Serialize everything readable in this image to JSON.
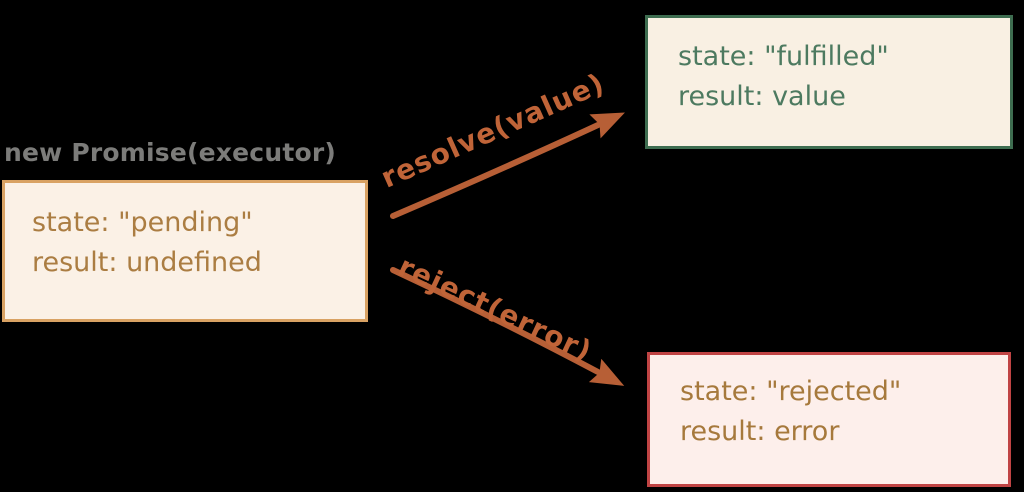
{
  "title": "new Promise(executor)",
  "boxes": {
    "pending": {
      "state": "state: \"pending\"",
      "result": "result: undefined"
    },
    "fulfilled": {
      "state": "state: \"fulfilled\"",
      "result": "result: value"
    },
    "rejected": {
      "state": "state: \"rejected\"",
      "result": "result: error"
    }
  },
  "arrows": {
    "resolve": {
      "label": "resolve(value)"
    },
    "reject": {
      "label": "reject(error)"
    }
  },
  "colors": {
    "background": "#000000",
    "title_text": "#7c7c7a",
    "pending_bg": "#fbf1e6",
    "pending_border": "#d9a263",
    "pending_text": "#ab7d42",
    "fulfilled_bg": "#f9f0e3",
    "fulfilled_border": "#3e6d50",
    "fulfilled_text": "#4d7a60",
    "rejected_bg": "#fdefeb",
    "rejected_border": "#c04444",
    "rejected_text": "#a6793c",
    "arrow": "#b75f36",
    "arrow_label": "#c06438"
  }
}
